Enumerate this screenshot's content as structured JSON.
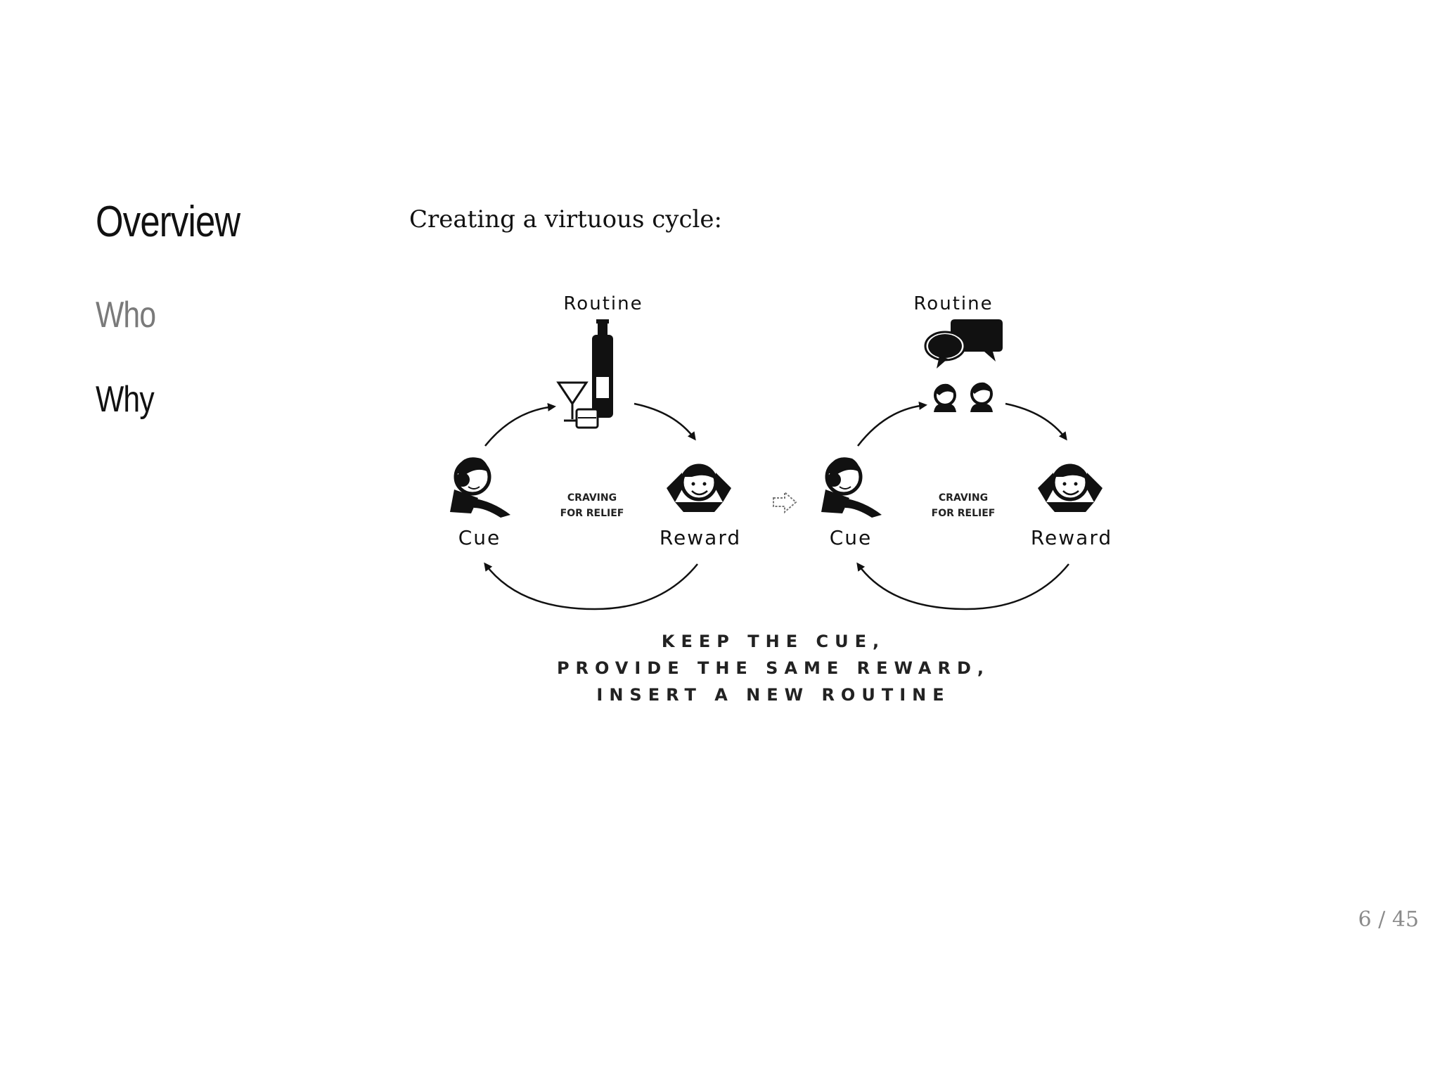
{
  "nav": {
    "title": "Overview",
    "items": [
      {
        "label": "Who"
      },
      {
        "label": "Why"
      }
    ]
  },
  "content": {
    "heading": "Creating a virtuous cycle:"
  },
  "diagram": {
    "left_loop": {
      "routine_label": "Routine",
      "cue_label": "Cue",
      "reward_label": "Reward",
      "center_line1": "CRAVING",
      "center_line2": "FOR RELIEF"
    },
    "right_loop": {
      "routine_label": "Routine",
      "cue_label": "Cue",
      "reward_label": "Reward",
      "center_line1": "CRAVING",
      "center_line2": "FOR RELIEF"
    },
    "caption_line1": "KEEP THE CUE,",
    "caption_line2": "PROVIDE THE SAME REWARD,",
    "caption_line3": "INSERT A NEW ROUTINE"
  },
  "footer": {
    "page_counter": "6 / 45"
  }
}
